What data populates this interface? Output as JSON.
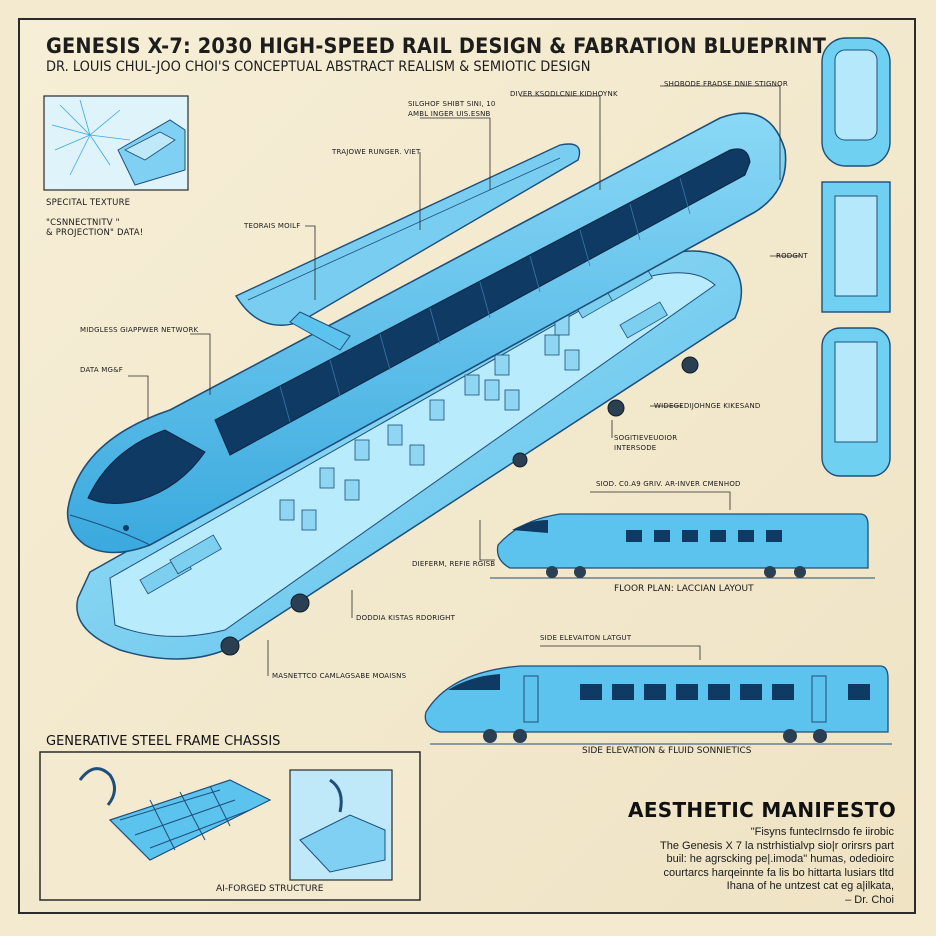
{
  "header": {
    "title": "GENESIS X-7: 2030 HIGH-SPEED RAIL DESIGN & FABRATION BLUEPRINT",
    "subtitle": "DR. LOUIS CHUL-JOO CHOI'S CONCEPTUAL ABSTRACT REALISM & SEMIOTIC DESIGN"
  },
  "texture_panel": {
    "label": "SPECITAL TEXTURE",
    "caption_line1": "\"CSNNECTNITV \"",
    "caption_line2": "& PROJECTION\" DATA!"
  },
  "callouts": {
    "roof_top_1": "SILGHOF SHIBT SINI, 10",
    "roof_top_2": "AMBL INGER UIS.ESNB",
    "roof_right": "DIVER KSODLCNIE KIDHOYNK",
    "roof_left": "TRAJOWE RUNGER. VIET",
    "roof_module": "TEORAIS MOILF",
    "network": "MIDGLESS GIAPPWER NETWORK",
    "data": "DATA MG&F",
    "interior_1": "WIDEGEDIJOHNGE KIKESAND",
    "interior_2": "SOGITIEVEUOIOR",
    "interior_3": "INTERSODE",
    "floor_mid": "DIEFERM, REFIE RGISB",
    "bogie": "DODDIA KISTAS RDORIGHT",
    "maglev": "MASNETTCO CAMLAGSABE MOAISNS",
    "plan_top": "SHOBODE FRADSE DNIE STIGNOR",
    "plan_mid": "RODGNT"
  },
  "floor_plan": {
    "top_label": "SIOD. C0.A9 GRIV. AR-INVER CMENHOD",
    "caption": "FLOOR PLAN: LACCIAN LAYOUT"
  },
  "side_elevation": {
    "top_label": "SIDE ELEVAITON LATGUT",
    "caption": "SIDE ELEVATION & FLUID SONNIETICS"
  },
  "chassis": {
    "heading": "GENERATIVE STEEL FRAME CHASSIS",
    "caption": "AI-FORGED STRUCTURE"
  },
  "manifesto": {
    "heading": "AESTHETIC MANIFESTO",
    "lines": [
      "\"Fisyns funtecIrnsdo fe iirobic",
      "The Genesis X 7 la nstrhistialvp sio|r orirsrs part",
      "buil: he agrscking pe|.imoda\" humas, odedioirc",
      "courtarcs  harqeinnte fa lis bo hittarta  lusiars tltd",
      "Ihana of he untzest cat eg a|ilkata,",
      "– Dr. Choi"
    ]
  },
  "colors": {
    "train_body": "#5cc3ef",
    "train_dark": "#0f3a63",
    "line": "#1e4f7a",
    "paper": "#f3ead0"
  }
}
